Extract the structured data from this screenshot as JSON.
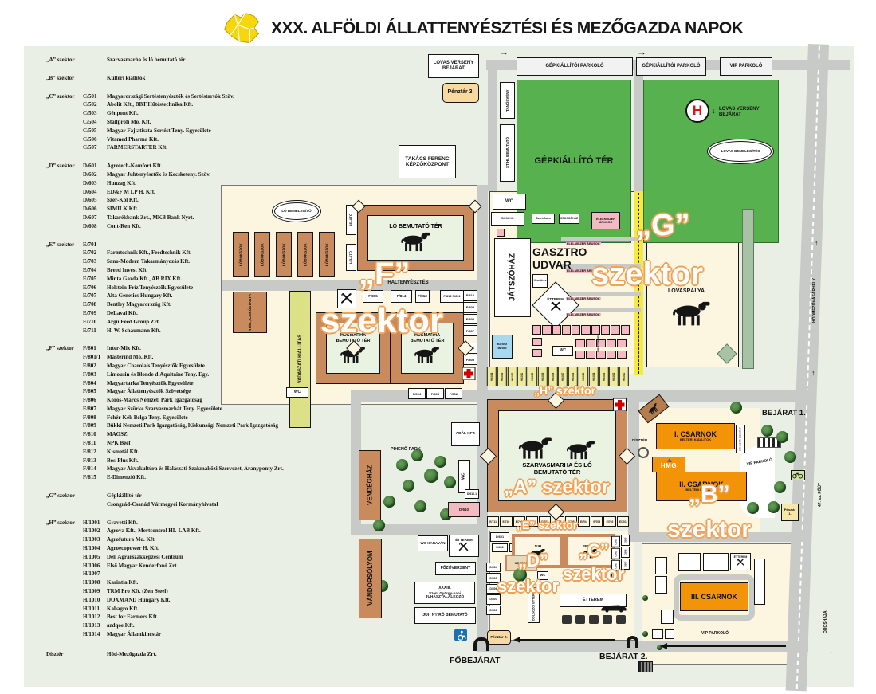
{
  "title": "XXX. ALFÖLDI ÁLLATTENYÉSZTÉSI ÉS MEZŐGAZDA NAPOK",
  "legend": {
    "a": [
      {
        "s": "„A” szektor",
        "c": "",
        "n": "Szarvasmarha és ló bemutató tér"
      }
    ],
    "b": [
      {
        "s": "„B” szektor",
        "c": "",
        "n": "Kültéri kiállítók"
      }
    ],
    "c": [
      {
        "s": "„C” szektor",
        "c": "C/501",
        "n": "Magyarországi Sertéstenyésztők és Sertéstartók Szöv."
      },
      {
        "s": "",
        "c": "C/502",
        "n": "Abolit Kft., BBT Hűtéstechnika Kft."
      },
      {
        "s": "",
        "c": "C/503",
        "n": "Génpont Kft."
      },
      {
        "s": "",
        "c": "C/504",
        "n": "Stallprofi Mo. Kft."
      },
      {
        "s": "",
        "c": "C/505",
        "n": "Magyar Fajtatiszta Sertést Teny. Egyesülete"
      },
      {
        "s": "",
        "c": "C/506",
        "n": "Vitamed Pharma Kft."
      },
      {
        "s": "",
        "c": "C/507",
        "n": "FARMERSTARTER Kft."
      }
    ],
    "d": [
      {
        "s": "„D” szektor",
        "c": "D/601",
        "n": "Agrotech-Komfort Kft."
      },
      {
        "s": "",
        "c": "D/602",
        "n": "Magyar Juhtenyésztők és Kecsketeny. Szöv."
      },
      {
        "s": "",
        "c": "D/603",
        "n": "Hunzag Kft."
      },
      {
        "s": "",
        "c": "D/604",
        "n": "ED&F M LP H. Kft."
      },
      {
        "s": "",
        "c": "D/605",
        "n": "Szer-Kól Kft."
      },
      {
        "s": "",
        "c": "D/606",
        "n": "SIMILK Kft."
      },
      {
        "s": "",
        "c": "D/607",
        "n": "Takarékbank Zrt., MKB Bank Nyrt."
      },
      {
        "s": "",
        "c": "D/608",
        "n": "Cont-Ren Kft."
      }
    ],
    "e": [
      {
        "s": "„E” szektor",
        "c": "E/701",
        "n": ""
      },
      {
        "s": "",
        "c": "E/702",
        "n": "Farmtechnik Kft., Feedtechnik Kft."
      },
      {
        "s": "",
        "c": "E/703",
        "n": "Sano-Modern Takarmányozás Kft."
      },
      {
        "s": "",
        "c": "E/704",
        "n": "Breed Invest Kft."
      },
      {
        "s": "",
        "c": "E/705",
        "n": "Minta Gazda Kft., AB RIX Kft."
      },
      {
        "s": "",
        "c": "E/706",
        "n": "Holstein-Fríz Tenyésztők Egyesülete"
      },
      {
        "s": "",
        "c": "E/707",
        "n": "Alta Genetics Hungary Kft."
      },
      {
        "s": "",
        "c": "E/708",
        "n": "Bentley Magyarország Kft."
      },
      {
        "s": "",
        "c": "E/709",
        "n": "DeLaval Kft."
      },
      {
        "s": "",
        "c": "E/710",
        "n": "Argu Feed Group Zrt."
      },
      {
        "s": "",
        "c": "E/711",
        "n": "H. W. Schaumann Kft."
      }
    ],
    "f": [
      {
        "s": "„F” szektor",
        "c": "F/801",
        "n": "Inter-Mix Kft."
      },
      {
        "s": "",
        "c": "F/801/1",
        "n": "Masterind Mo. Kft."
      },
      {
        "s": "",
        "c": "F/802",
        "n": "Magyar Charolais Tenyésztők Egyesülete"
      },
      {
        "s": "",
        "c": "F/803",
        "n": "Limousin és Blonde d'Aquitaine Teny. Egy."
      },
      {
        "s": "",
        "c": "F/804",
        "n": "Magyartarka Tenyésztők Egyesülete"
      },
      {
        "s": "",
        "c": "F/805",
        "n": "Magyar Állattenyésztők Szövetsége"
      },
      {
        "s": "",
        "c": "F/806",
        "n": "Körös-Maros Nemzeti Park Igazgatóság"
      },
      {
        "s": "",
        "c": "F/807",
        "n": "Magyar Szürke Szarvasmarhát Teny. Egyesülete"
      },
      {
        "s": "",
        "c": "F/808",
        "n": "Fehér-Kék Belga Teny. Egyesülete"
      },
      {
        "s": "",
        "c": "F/809",
        "n": "Bükki Nemzeti Park Igazgatóság, Kiskunsági Nemzeti Park Igazgatóság"
      },
      {
        "s": "",
        "c": "F/810",
        "n": "MAOSZ"
      },
      {
        "s": "",
        "c": "F/811",
        "n": "NPK Beef"
      },
      {
        "s": "",
        "c": "F/812",
        "n": "Kismetál Kft."
      },
      {
        "s": "",
        "c": "F/813",
        "n": "Bos-Plus Kft."
      },
      {
        "s": "",
        "c": "F/814",
        "n": "Magyar Akvakultúra és Halászati Szakmaközi Szervezet, Aranyponty Zrt."
      },
      {
        "s": "",
        "c": "F/815",
        "n": "E-Dimenzió Kft."
      }
    ],
    "g": [
      {
        "s": "„G” szektor",
        "c": "",
        "n": "Gépkiállító tér"
      },
      {
        "s": "",
        "c": "",
        "n": "Csongrád-Csanád Vármegyei Kormányhivatal"
      }
    ],
    "h": [
      {
        "s": "„H” szektor",
        "c": "H/1001",
        "n": "Gravetti Kft."
      },
      {
        "s": "",
        "c": "H/1002",
        "n": "Agrova Kft., Mertcontrol HL-LAB Kft."
      },
      {
        "s": "",
        "c": "H/1003",
        "n": "Agrofutura Mo. Kft."
      },
      {
        "s": "",
        "c": "H/1004",
        "n": "Agroecopower H. Kft."
      },
      {
        "s": "",
        "c": "H/1005",
        "n": "Déli Agrárszakképzési Centrum"
      },
      {
        "s": "",
        "c": "H/1006",
        "n": "Első Magyar Kenderfonó Zrt."
      },
      {
        "s": "",
        "c": "H/1007",
        "n": ""
      },
      {
        "s": "",
        "c": "H/1008",
        "n": "Karintia Kft."
      },
      {
        "s": "",
        "c": "H/1009",
        "n": "TRM Pro Kft. (Zen Steel)"
      },
      {
        "s": "",
        "c": "H/1010",
        "n": "DOXMAND Hungary Kft."
      },
      {
        "s": "",
        "c": "H/1011",
        "n": "Kabagro Kft."
      },
      {
        "s": "",
        "c": "H/1012",
        "n": "Best for Farmers Kft."
      },
      {
        "s": "",
        "c": "H/1013",
        "n": "azdqoe Kft."
      },
      {
        "s": "",
        "c": "H/1014",
        "n": "Magyar Államkincstár"
      }
    ],
    "diszter": [
      {
        "s": "Dísztér",
        "c": "",
        "n": "Hód-Mezőgazda Zrt."
      }
    ]
  },
  "map": {
    "labels": {
      "lovas_bejarat": "LOVAS VERSENY BEJÁRAT",
      "penztar3": "Pénztár 3.",
      "takacs": "TAKÁCS FERENC KÉPZŐKÖZPONT",
      "gep_parkolo": "GÉPKIÁLLÍTÓI PARKOLÓ",
      "vip_parkolo": "VIP PARKOLÓ",
      "tanosveny": "TANÖSVÉNY",
      "stihl": "STIHL BEMUTATÓ",
      "gepkiallito_ter": "GÉPKIÁLLÍTÓ TÉR",
      "heli": "H",
      "lovas_bemelegites": "LOVAS BEMELEGÍTÉS",
      "lo_bemelegito": "LÓ BEMELEGÍTŐ",
      "lobokszok": "LÓBOKSZOK",
      "lelato": "LELÁTÓ",
      "lo_bemutato_ter": "LÓ BEMUTATÓ TÉR",
      "nyim": "NYÍM., CSIKÓSTANYA",
      "vadaszati": "VADÁSZATI KIÁLLÍTÁS",
      "haltenyesztes": "HALTENYÉSZTÉS",
      "f815": "F/815",
      "f814": "F/814",
      "f813": "F/813",
      "f812": "F/812 F/811",
      "husmarha": "HÚSMARHA BEMUTATÓ TÉR",
      "wc": "WC",
      "bpm": "B.P.M. Kft.",
      "tourinform": "Tourinform",
      "csocsohaz": "CSOCSÓHÁZ",
      "elelmiszer": "ÉLELMISZER ÁRUSOK",
      "jatszohaz": "JÁTSZÓHÁZ",
      "gasztro": "GASZTRO UDVAR",
      "kezmuves": "Kézműves",
      "etterem": "ÉTTEREM",
      "tuzviz": "tűzivíz tároló",
      "vip_etterem": "VIP ÉTTEREM",
      "lovaspalya": "LOVASPÁLYA",
      "hodmezovasarhely": "HÓDMEZŐVÁSÁRHELY",
      "fout": "47. sz. FŐÚT",
      "oroshaza": "OROSHÁZA",
      "szarvasmarha": "SZARVASMARHA ÉS LÓ BEMUTATÓ TÉR",
      "diszter": "DÍSZTÉR",
      "csarnok1": "I. CSARNOK",
      "csarnok2": "II. CSARNOK",
      "csarnok3": "III. CSARNOK",
      "belteri": "BELTÉRI KIÁLLÍTÓK",
      "hmg": "HMG",
      "vip_konf": "VIP, KONF. BEJÁRAT",
      "bejarat1": "BEJÁRAT 1.",
      "penztar1": "Pénztár 1.",
      "bejarat2": "BEJÁRAT 2.",
      "fobejarat": "FŐBEJÁRAT",
      "penztar2": "Pénztár 2.",
      "vendeghaz": "VENDÉGHÁZ",
      "piheno": "PIHENŐ PARK",
      "adal": "ADÁL KFT.",
      "d610": "D/610",
      "d610_1": "D/610.1",
      "d601": "D/601",
      "d602": "D/602",
      "vandorsolyom": "VÁNDORSÓLYOM",
      "wc_karavan": "WC KARAVÁN",
      "fozoverseny": "FŐZŐVERSENY",
      "juhasz1": "XXXIII.",
      "juhasz2": "Szent György-napi",
      "juhasz3": "JUHÁSZTALÁLKOZÓ",
      "juhnyiro": "JUH NYÍRÓ BEMUTATÓ",
      "juh": "JUH",
      "kecske": "KECSKE",
      "sertes": "SERTÉS",
      "dolgozoi": "DOLGOZÓI ÉTTEREM",
      "f_big": "„F”",
      "a_line": "„A” szektor",
      "b_big": "„B”",
      "c_big": "„C”",
      "d_big": "„D”",
      "e_line": "„E” szektor",
      "g_big": "„G”",
      "h_line": "„H” szektor",
      "szektor": "szektor"
    },
    "h_row": [
      "H/1014",
      "H/1013",
      "H/1012",
      "H/1011",
      "H/1010",
      "H/1009",
      "H/1008",
      "H/1007",
      "H/1006",
      "H/1005",
      "H/1004",
      "H/1003",
      "H/1002",
      "H/1001"
    ],
    "e_row": [
      "E/711",
      "E/710",
      "E/709",
      "E/708",
      "E/707",
      "E/706",
      "E/705",
      "E/704",
      "E/703",
      "E/702",
      "E/701"
    ],
    "f_right": [
      "F/810",
      "F/809",
      "F/808",
      "F/807"
    ],
    "f_lower": [
      "F/806",
      "F/805"
    ],
    "f_bottom": [
      "F/804",
      "F/803",
      "F/802"
    ],
    "d_col": [
      "D/604",
      "D/605",
      "D/606",
      "D/607",
      "D/608"
    ],
    "c_col1": [
      "C/501",
      "C/502",
      "C/503",
      "C/504"
    ],
    "c_col2": [
      "C/505",
      "C/506",
      "C/507"
    ]
  },
  "colors": {
    "accent_orange": "#f39307",
    "map_green": "#56b14e",
    "road_grey": "#c7cac6",
    "stall_yellow": "#eeeb9e",
    "vendor_pink": "#f4bac2",
    "panel_cream": "#fcf5e0",
    "brown": "#c98a5d"
  }
}
